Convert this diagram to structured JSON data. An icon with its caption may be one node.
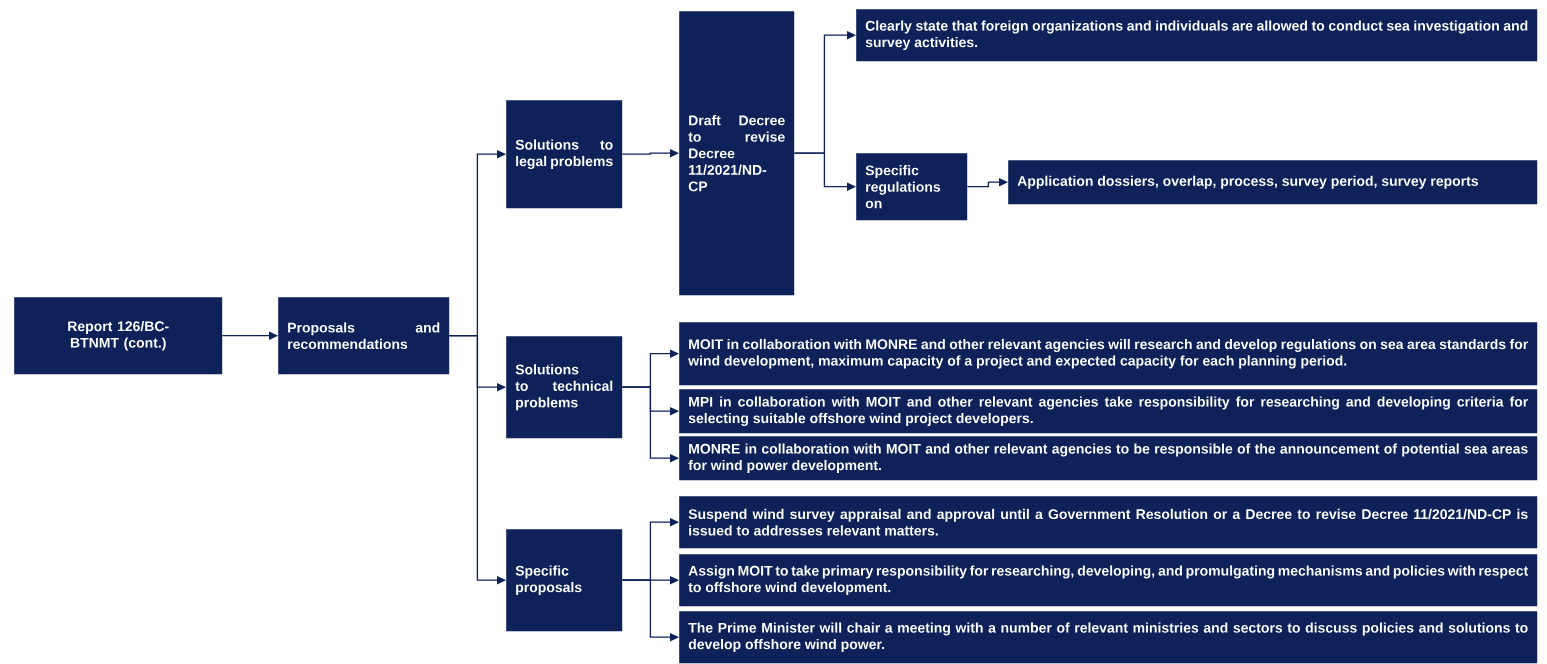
{
  "diagram": {
    "nodes": [
      {
        "text": [
          "Report 126/BC-BTNMT (cont.)"
        ]
      },
      {
        "text": [
          "Proposals and recommendations"
        ]
      },
      {
        "text": [
          "Solutions to legal problems"
        ]
      },
      {
        "text": [
          "Draft Decree to revise Decree 11/2021/ND-CP"
        ]
      },
      {
        "text": [
          "Clearly state that foreign organizations and individuals are allowed to conduct sea investigation and survey activities."
        ]
      },
      {
        "text": [
          "Specific regulations on"
        ]
      },
      {
        "text": [
          "Application dossiers, overlap, process, survey period, survey reports"
        ]
      },
      {
        "text": [
          "Solutions to technical problems"
        ]
      },
      {
        "text": [
          "MOIT in collaboration with MONRE and other relevant agencies will research and develop regulations on sea area standards for wind development, maximum capacity of a project and expected capacity for each planning period."
        ]
      },
      {
        "text": [
          "MPI in collaboration with MOIT and other relevant agencies take responsibility for researching and developing criteria for selecting suitable offshore wind project developers."
        ]
      },
      {
        "text": [
          "MONRE in collaboration with MOIT and other relevant agencies to be responsible of the announcement of potential sea areas for wind power development."
        ]
      },
      {
        "text": [
          "Specific proposals"
        ]
      },
      {
        "text": [
          "Suspend wind survey appraisal and approval until a Government Resolution or a Decree to revise Decree 11/2021/ND-CP is issued to addresses relevant matters."
        ]
      },
      {
        "text": [
          "Assign MOIT to take primary responsibility for researching, developing, and promulgating mechanisms and policies with respect to offshore wind development."
        ]
      },
      {
        "text": [
          "The Prime Minister will chair a meeting with a number of relevant ministries and sectors to discuss policies and solutions to develop offshore wind power."
        ]
      }
    ],
    "edges": [
      {
        "from": 0,
        "to": 1,
        "arrow": "to"
      },
      {
        "from": 1,
        "to": 2,
        "arrow": "to"
      },
      {
        "from": 1,
        "to": 7,
        "arrow": "to"
      },
      {
        "from": 1,
        "to": 11,
        "arrow": "to"
      },
      {
        "from": 2,
        "to": 3,
        "arrow": "to"
      },
      {
        "from": 3,
        "to": 4,
        "arrow": "to"
      },
      {
        "from": 3,
        "to": 5,
        "arrow": "to"
      },
      {
        "from": 5,
        "to": 6,
        "arrow": "to"
      },
      {
        "from": 7,
        "to": 8,
        "arrow": "to"
      },
      {
        "from": 7,
        "to": 9,
        "arrow": "to"
      },
      {
        "from": 7,
        "to": 10,
        "arrow": "to"
      },
      {
        "from": 11,
        "to": 12,
        "arrow": "to"
      },
      {
        "from": 11,
        "to": 13,
        "arrow": "to"
      },
      {
        "from": 11,
        "to": 14,
        "arrow": "to"
      }
    ]
  }
}
